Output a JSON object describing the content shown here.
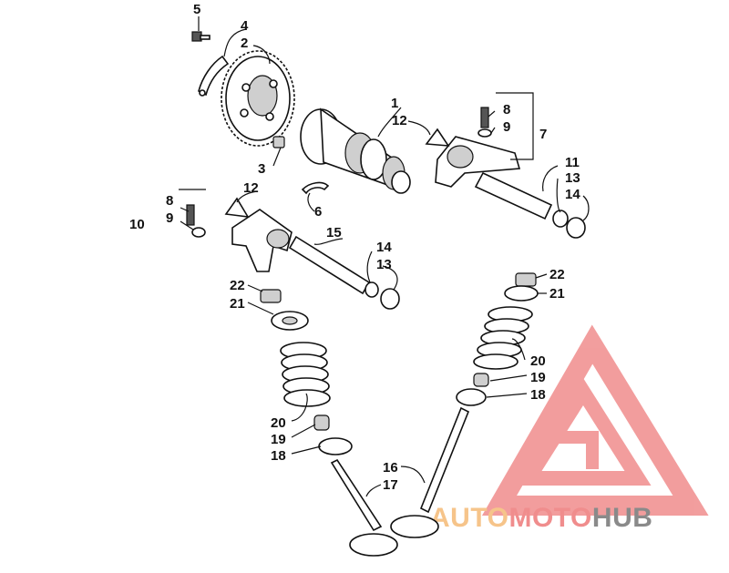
{
  "callouts": [
    {
      "id": "c5",
      "text": "5"
    },
    {
      "id": "c4",
      "text": "4"
    },
    {
      "id": "c2",
      "text": "2"
    },
    {
      "id": "c1",
      "text": "1"
    },
    {
      "id": "c12a",
      "text": "12"
    },
    {
      "id": "c8a",
      "text": "8"
    },
    {
      "id": "c9a",
      "text": "9"
    },
    {
      "id": "c7",
      "text": "7"
    },
    {
      "id": "c11",
      "text": "11"
    },
    {
      "id": "c13a",
      "text": "13"
    },
    {
      "id": "c14a",
      "text": "14"
    },
    {
      "id": "c3",
      "text": "3"
    },
    {
      "id": "c8b",
      "text": "8"
    },
    {
      "id": "c12b",
      "text": "12"
    },
    {
      "id": "c9b",
      "text": "9"
    },
    {
      "id": "c10",
      "text": "10"
    },
    {
      "id": "c6",
      "text": "6"
    },
    {
      "id": "c15",
      "text": "15"
    },
    {
      "id": "c14b",
      "text": "14"
    },
    {
      "id": "c13b",
      "text": "13"
    },
    {
      "id": "c22a",
      "text": "22"
    },
    {
      "id": "c21a",
      "text": "21"
    },
    {
      "id": "c22b",
      "text": "22"
    },
    {
      "id": "c21b",
      "text": "21"
    },
    {
      "id": "c20b",
      "text": "20"
    },
    {
      "id": "c19b",
      "text": "19"
    },
    {
      "id": "c18b",
      "text": "18"
    },
    {
      "id": "c20a",
      "text": "20"
    },
    {
      "id": "c19a",
      "text": "19"
    },
    {
      "id": "c18a",
      "text": "18"
    },
    {
      "id": "c16",
      "text": "16"
    },
    {
      "id": "c17",
      "text": "17"
    }
  ],
  "watermark": {
    "part1": "AUTO",
    "part2": "MOTO",
    "part3": "HUB",
    "color_auto": "#f6c48a",
    "color_moto": "#f08d8d",
    "color_hub": "#8a8a8a",
    "logo_color": "#f08d8d"
  }
}
